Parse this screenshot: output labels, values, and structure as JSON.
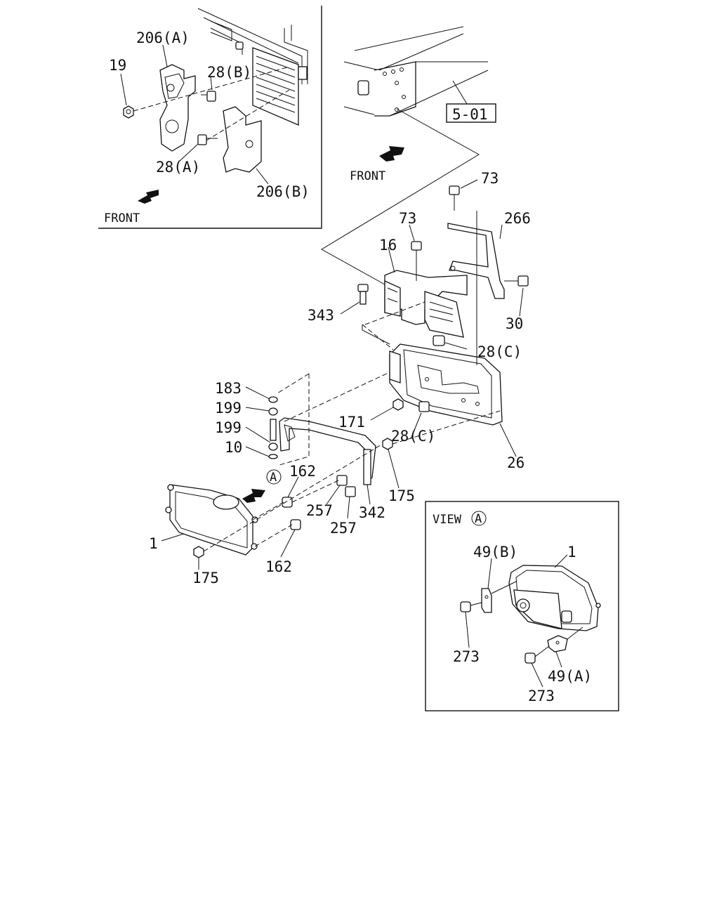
{
  "labels": {
    "inset_206a": "206(A)",
    "inset_19": "19",
    "inset_28b": "28(B)",
    "inset_28a": "28(A)",
    "inset_206b": "206(B)",
    "inset_front": "FRONT",
    "ref_box": "5-01",
    "main_front": "FRONT",
    "p73_top": "73",
    "p73_mid": "73",
    "p266": "266",
    "p16": "16",
    "p343": "343",
    "p30": "30",
    "p28c_top": "28(C)",
    "p183": "183",
    "p199_a": "199",
    "p199_b": "199",
    "p10": "10",
    "p171": "171",
    "p28c_bottom": "28(C)",
    "p26": "26",
    "circle_a": "A",
    "p162_top": "162",
    "p257_a": "257",
    "p257_b": "257",
    "p342": "342",
    "p175_right": "175",
    "p1_main": "1",
    "p175_left": "175",
    "p162_bottom": "162"
  },
  "view_a": {
    "title_prefix": "VIEW",
    "circle": "A",
    "p49b": "49(B)",
    "p1": "1",
    "p273_left": "273",
    "p49a": "49(A)",
    "p273_bottom": "273"
  }
}
